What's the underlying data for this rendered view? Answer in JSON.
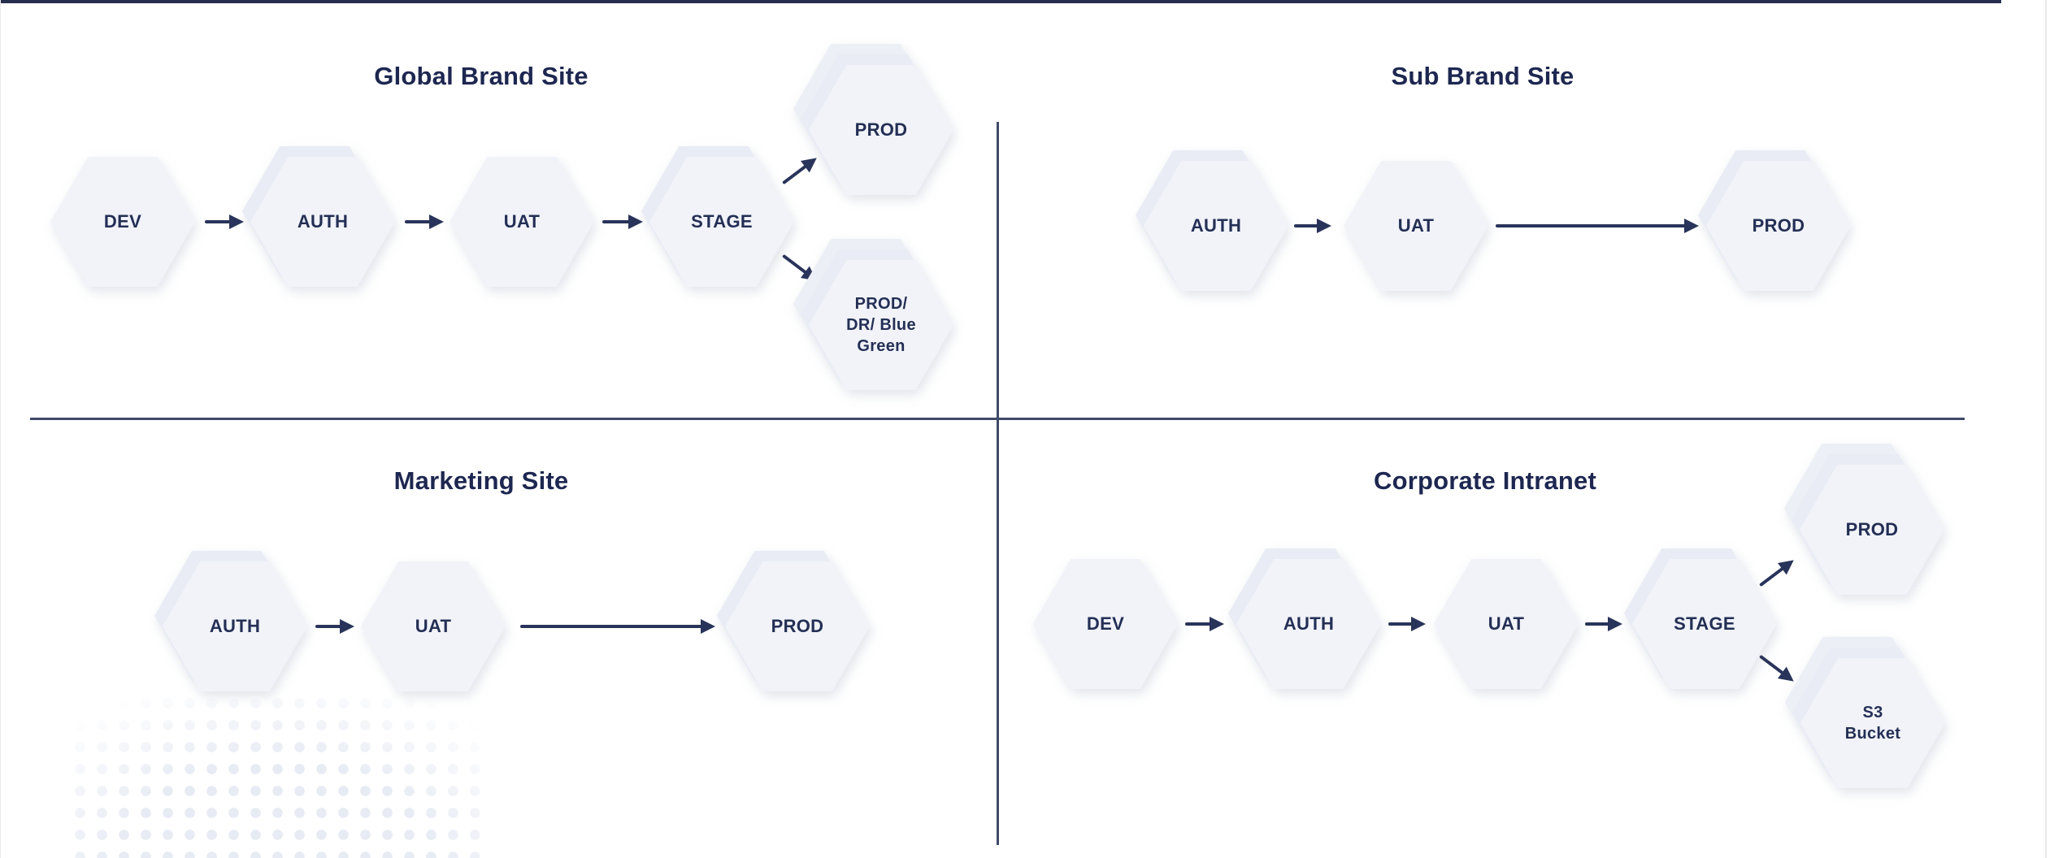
{
  "colors": {
    "background": "#ffffff",
    "divider": "#3e4a66",
    "top_bar": "#272e4d",
    "hexagon_fill": "#f1f3f9",
    "hexagon_back_fill": "#e9ecf4",
    "label_text": "#242f55",
    "title_text": "#1d2750",
    "arrow": "#29345a"
  },
  "quadrants": [
    {
      "title": "Global Brand Site",
      "nodes": {
        "dev": {
          "label": "DEV"
        },
        "auth": {
          "label": "AUTH"
        },
        "uat": {
          "label": "UAT"
        },
        "stage": {
          "label": "STAGE"
        },
        "prod": {
          "label": "PROD"
        },
        "prod_dr": {
          "lines": [
            "PROD/",
            "DR/ Blue",
            "Green"
          ]
        }
      }
    },
    {
      "title": "Sub Brand Site",
      "nodes": {
        "auth": {
          "label": "AUTH"
        },
        "uat": {
          "label": "UAT"
        },
        "prod": {
          "label": "PROD"
        }
      }
    },
    {
      "title": "Marketing Site",
      "nodes": {
        "auth": {
          "label": "AUTH"
        },
        "uat": {
          "label": "UAT"
        },
        "prod": {
          "label": "PROD"
        }
      }
    },
    {
      "title": "Corporate Intranet",
      "nodes": {
        "dev": {
          "label": "DEV"
        },
        "auth": {
          "label": "AUTH"
        },
        "uat": {
          "label": "UAT"
        },
        "stage": {
          "label": "STAGE"
        },
        "prod": {
          "label": "PROD"
        },
        "s3": {
          "lines": [
            "S3",
            "Bucket"
          ]
        }
      }
    }
  ]
}
